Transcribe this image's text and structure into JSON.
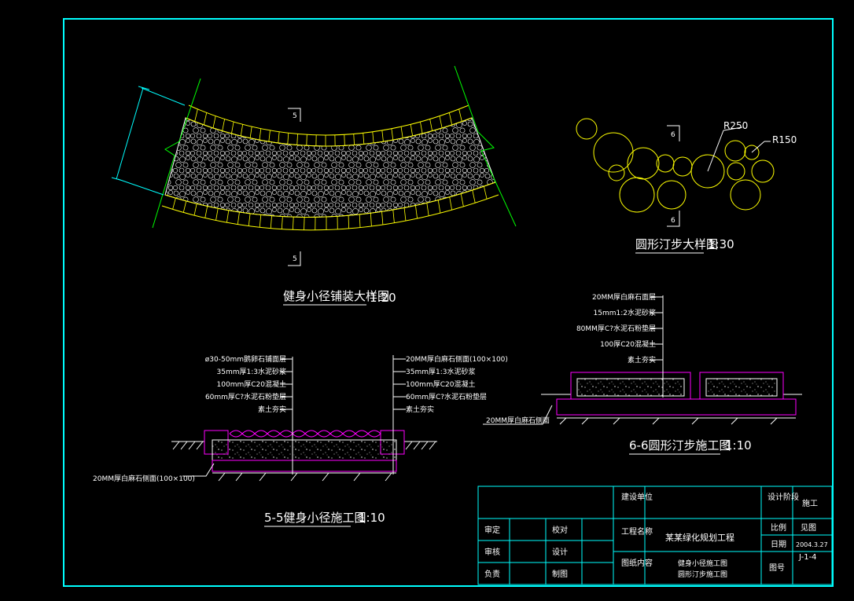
{
  "colors": {
    "frame": "#00ffff",
    "paving": "#ffffff",
    "stone": "#ffff00",
    "magenta": "#ff00ff",
    "leader": "#ffffff",
    "green": "#00ff00",
    "text": "#ffffff"
  },
  "plan_view": {
    "title": "健身小径铺装大样图",
    "scale": "1:20",
    "section_mark": "5"
  },
  "stone_plan": {
    "title": "圆形汀步大样图",
    "scale": "1:30",
    "section_mark": "6",
    "r_large": "R250",
    "r_small": "R150"
  },
  "section_55": {
    "title": "5-5健身小径施工图",
    "scale": "1:10",
    "left_layers": [
      "ø30-50mm鹅卵石铺面层",
      "35mm厚1:3水泥砂浆",
      "100mm厚C20混凝土",
      "60mm厚C?水泥石粉垫层",
      "素土夯实"
    ],
    "right_layers": [
      "20MM厚白麻石侧面(100×100)",
      "35mm厚1:3水泥砂浆",
      "100mm厚C20混凝土",
      "60mm厚C?水泥石粉垫层",
      "素土夯实"
    ],
    "bottom_note": "20MM厚白麻石侧面(100×100)"
  },
  "section_66": {
    "title": "6-6圆形汀步施工图",
    "scale": "1:10",
    "layers": [
      "20MM厚白麻石面层",
      "15mm1:2水泥砂浆",
      "80MM厚C?水泥石粉垫层",
      "100厚C20混凝土",
      "素土夯实"
    ],
    "bottom_note": "20MM厚白麻石侧面"
  },
  "title_block": {
    "r1_c1": "审定",
    "r1_c2": "校对",
    "r2_c1": "审核",
    "r2_c2": "设计",
    "r3_c1": "负责",
    "r3_c2": "制图",
    "client_label": "建设单位",
    "project_label": "工程名称",
    "project_name": "某某绿化规划工程",
    "drawing_label": "图纸内容",
    "drawing_line1": "健身小径施工图",
    "drawing_line2": "圆形汀步施工图",
    "stage_label": "设计阶段",
    "stage_value": "施工",
    "ratio_label": "比例",
    "ratio_value": "见图",
    "date_label": "日期",
    "date_value": "2004.3.27",
    "drawing_no_label": "图号",
    "drawing_no": "J-1-4"
  }
}
